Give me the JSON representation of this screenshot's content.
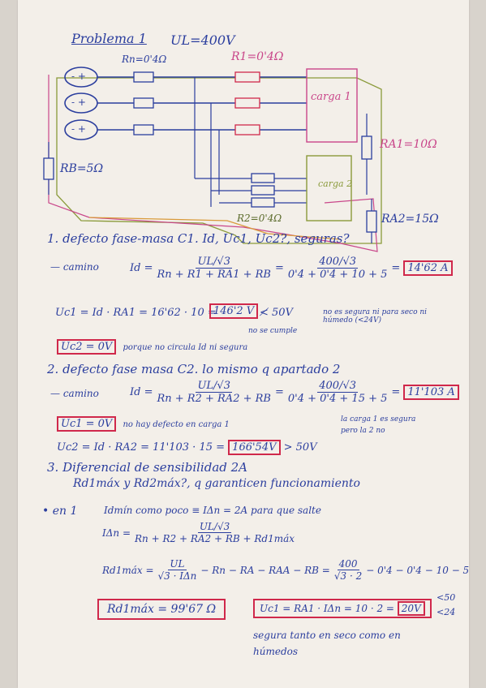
{
  "title": "Problema 1",
  "ul": "UL=400V",
  "circuit": {
    "rn": "Rn=0'4Ω",
    "r1": "R1=0'4Ω",
    "r2": "R2=0'4Ω",
    "rb": "RB=5Ω",
    "raa1": "RA1=10Ω",
    "raa2": "RA2=15Ω",
    "carga1": "carga 1",
    "carga2": "carga 2",
    "src1": "- +",
    "src2": "- +",
    "src3": "- +"
  },
  "s1": {
    "heading": "1. defecto fase-masa C1. Id, Uc1, Uc2?, seguras?",
    "camino": "— camino",
    "id_lhs": "Id =",
    "f1_num": "UL/√3",
    "f1_den": "Rn + R1 + RA1 + RB",
    "eq": "=",
    "f2_num": "400/√3",
    "f2_den": "0'4 + 0'4 + 10 + 5",
    "result": "14'62 A",
    "uc1_line": "Uc1 = Id · RA1 = 16'62 · 10 =",
    "uc1_result": "146'2 V",
    "uc1_cmp": "≮ 50V",
    "uc1_note": "no es segura ni para seco ni húmedo (<24V)",
    "no_cumple": "no se cumple",
    "uc2_result": "Uc2 = 0V",
    "uc2_note": "porque no circula Id ni segura"
  },
  "s2": {
    "heading": "2. defecto fase masa C2. lo mismo q apartado 2",
    "camino": "— camino",
    "id_lhs": "Id =",
    "f1_num": "UL/√3",
    "f1_den": "Rn + R2 + RA2 + RB",
    "eq": "=",
    "f2_num": "400/√3",
    "f2_den": "0'4 + 0'4 + 15 + 5",
    "result": "11'103 A",
    "uc1_result": "Uc1 = 0V",
    "uc1_note": "no hay defecto en carga 1",
    "side_note1": "la carga 1 es segura",
    "side_note2": "pero la 2 no",
    "uc2_line": "Uc2 = Id · RA2 = 11'103 · 15 =",
    "uc2_result": "166'54V",
    "uc2_cmp": "> 50V"
  },
  "s3": {
    "heading": "3. Diferencial de sensibilidad 2A",
    "subheading": "Rd1máx y Rd2máx?, q garanticen funcionamiento",
    "en1": "• en 1",
    "idmin_text": "Idmín como poco ≡ IΔn = 2A para que salte",
    "ian_lhs": "IΔn =",
    "ian_num": "UL/√3",
    "ian_den": "Rn + R2 + RA2 + RB + Rd1máx",
    "rd_lhs": "Rd1máx =",
    "rd_num": "UL",
    "rd_den": "√3 · IΔn",
    "rd_mid": "− Rn − RA − RAA − RB =",
    "rd_num2": "400",
    "rd_den2": "√3 · 2",
    "rd_tail": "− 0'4 − 0'4 − 10 − 5",
    "rd_result": "Rd1máx = 99'67 Ω",
    "uc1_line": "Uc1 = RA1 · IΔn = 10 · 2 =",
    "uc1_result": "20V",
    "lt1": "<50",
    "lt2": "<24",
    "final1": "segura tanto en seco como en",
    "final2": "húmedos"
  }
}
